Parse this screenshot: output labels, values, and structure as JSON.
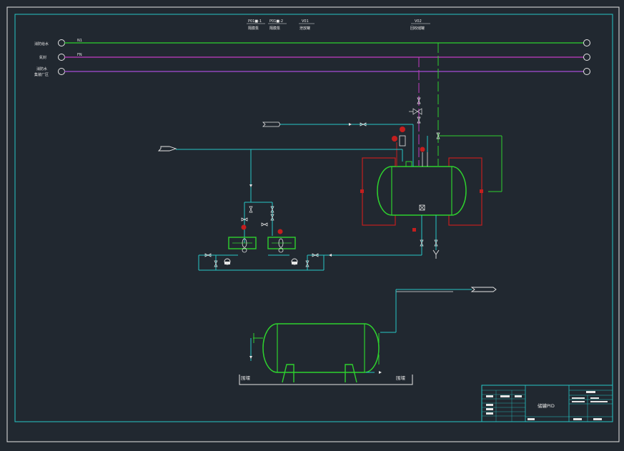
{
  "colors": {
    "background": "#212830",
    "frame": "#26c6c6",
    "green": "#2ed12e",
    "magenta": "#c23cc2",
    "violet": "#a54cd6",
    "red": "#c41e1e",
    "white": "#e6e6e6"
  },
  "legend": [
    {
      "code": "P01■-1",
      "name": "隔膜泵"
    },
    {
      "code": "P01■-2",
      "name": "隔膜泵"
    },
    {
      "code": "V01",
      "name": "泄放罐"
    },
    {
      "code": "V02",
      "name": "回收储罐"
    }
  ],
  "header_lines": [
    {
      "name": "消防给水",
      "code": "N1"
    },
    {
      "name": "氮封",
      "code": "FN"
    },
    {
      "name": "消防水\n集装厂区",
      "code": ""
    }
  ],
  "ground_labels": [
    "围堰",
    "围堰"
  ],
  "title_block": {
    "drawing_title": "储罐PID"
  }
}
